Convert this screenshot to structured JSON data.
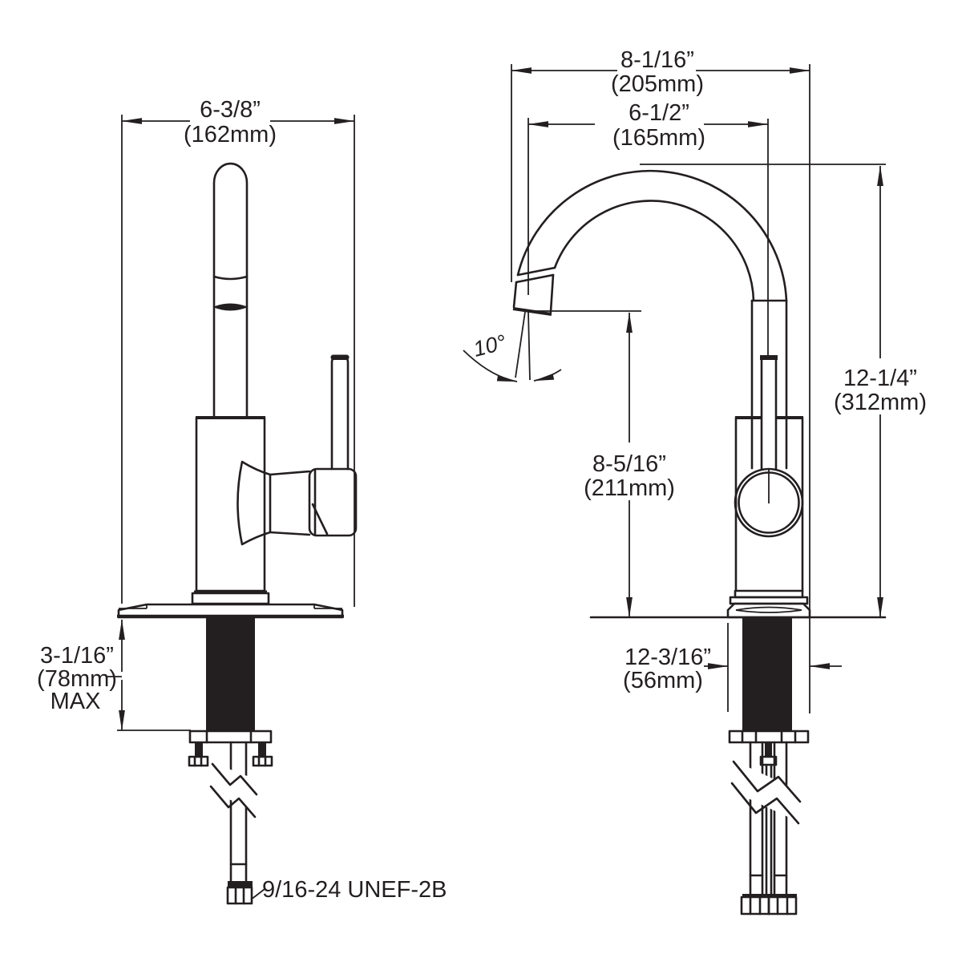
{
  "drawing": {
    "title": "faucet-dimension-drawing",
    "colors": {
      "line": "#231f20",
      "background": "#ffffff"
    },
    "left_view": {
      "width_dim": {
        "in": "6-3/8”",
        "mm": "(162mm)"
      },
      "deck_thickness_dim": {
        "in": "3-1/16”",
        "mm": "(78mm)",
        "qualifier": "MAX"
      },
      "thread_label": "9/16-24 UNEF-2B"
    },
    "right_view": {
      "overall_depth_dim": {
        "in": "8-1/16”",
        "mm": "(205mm)"
      },
      "spout_reach_dim": {
        "in": "6-1/2”",
        "mm": "(165mm)"
      },
      "spout_angle": "10°",
      "spout_height_dim": {
        "in": "8-5/16”",
        "mm": "(211mm)"
      },
      "overall_height_dim": {
        "in": "12-1/4”",
        "mm": "(312mm)"
      },
      "base_width_dim": {
        "in": "12-3/16”",
        "mm": "(56mm)"
      }
    }
  }
}
